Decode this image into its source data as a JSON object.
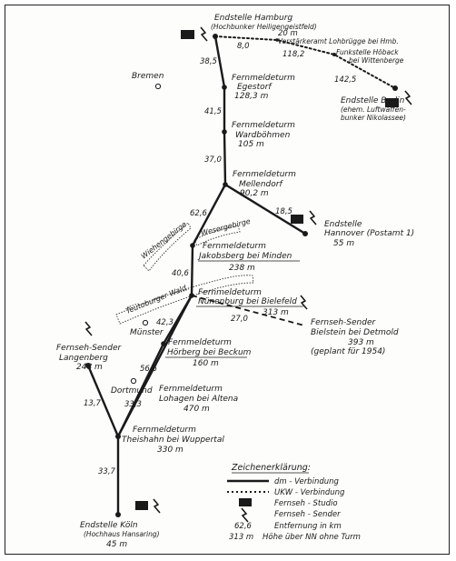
{
  "nodes": {
    "hamburg": {
      "name": "Endstelle Hamburg",
      "sub": "(Hochbunker Heiligengeistfeld)"
    },
    "luebbruegge": {
      "name": "Verstärkeramt Lohbrügge bei Hmb."
    },
    "hoback": {
      "name": "Funkstelle Höback",
      "sub": "bei Wittenberge"
    },
    "berlin": {
      "name": "Endstelle Berlin",
      "sub1": "(ehem. Luftwaffen-",
      "sub2": "bunker Nikolassee)"
    },
    "bremen": {
      "name": "Bremen"
    },
    "egestorf": {
      "l1": "Fernmeldeturm",
      "l2": "Egestorf",
      "l3": "128,3 m"
    },
    "wardboehmen": {
      "l1": "Fernmeldeturm",
      "l2": "Wardböhmen",
      "l3": "105 m"
    },
    "mellendorf": {
      "l1": "Fernmeldeturm",
      "l2": "Mellendorf",
      "l3": "90,2 m"
    },
    "hannover": {
      "l1": "Endstelle",
      "l2": "Hannover (Postamt 1)",
      "l3": "55 m"
    },
    "jakobsberg": {
      "l1": "Fernmeldeturm",
      "l2": "Jakobsberg bei Minden",
      "l3": "238 m"
    },
    "nuenenburg": {
      "l1": "Fernmeldeturm",
      "l2": "Nünenburg bei Bielefeld",
      "l3": "313 m"
    },
    "bielstein": {
      "l1": "Fernseh-Sender",
      "l2": "Bielstein bei Detmold",
      "l3": "393 m",
      "l4": "(geplant für 1954)"
    },
    "muenster": {
      "name": "Münster"
    },
    "hoerberg": {
      "l1": "Fernmeldeturm",
      "l2": "Hörberg bei Beckum",
      "l3": "160 m"
    },
    "langenberg": {
      "l1": "Fernseh-Sender",
      "l2": "Langenberg",
      "l3": "248 m"
    },
    "dortmund": {
      "name": "Dortmund"
    },
    "lohagen": {
      "l1": "Fernmeldeturm",
      "l2": "Lohagen bei Altena",
      "l3": "470 m"
    },
    "theishahn": {
      "l1": "Fernmeldeturm",
      "l2": "Theishahn bei Wuppertal",
      "l3": "330 m"
    },
    "koeln": {
      "l1": "Endstelle Köln",
      "l2": "(Hochhaus Hansaring)",
      "l3": "45 m"
    }
  },
  "mountains": {
    "wiehengebirge": "Wiehengebirge",
    "wesergebirge": "Wesergebirge",
    "teutoburger": "Teutoburger Wald"
  },
  "distances": {
    "d20": "20 m",
    "d80": "8,0",
    "d1182": "118,2",
    "d1425": "142,5",
    "d385": "38,5",
    "d415": "41,5",
    "d370": "37,0",
    "d626": "62,6",
    "d185": "18,5",
    "d406": "40,6",
    "d270": "27,0",
    "d423": "42,3",
    "d566": "56,6",
    "d333": "33,3",
    "d137": "13,7",
    "d337": "33,7"
  },
  "legend": {
    "title": "Zeichenerklärung:",
    "dm": "dm - Verbindung",
    "ukw": "UKW - Verbindung",
    "studio": "Fernseh - Studio",
    "sender": "Fernseh - Sender",
    "dist_example": "62,6",
    "dist_desc": "Entfernung in km",
    "height_example": "313 m",
    "height_desc": "Höhe über NN ohne Turm"
  },
  "colors": {
    "ink": "#1a1a1a",
    "paper": "#fdfdfb"
  }
}
